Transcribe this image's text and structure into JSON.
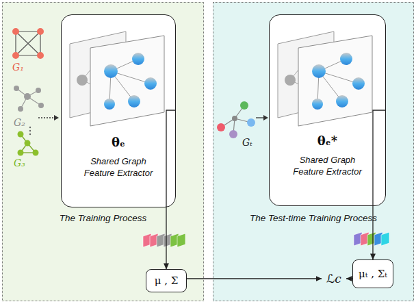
{
  "diagram": {
    "nodes": [
      {
        "text": [
          "The Training Process"
        ]
      },
      {
        "text": [
          "The Test-time Training Process"
        ]
      },
      {
        "text": [
          "θₑ",
          "Shared Graph Feature Extractor"
        ],
        "in": 0
      },
      {
        "text": [
          "θₑ*",
          "Shared Graph Feature Extractor"
        ],
        "in": 1
      },
      {
        "text": [
          "μ , Σ"
        ],
        "in": 0
      },
      {
        "text": [
          "μₜ , Σₜ"
        ],
        "in": 1
      },
      {
        "text": [
          "ℒc"
        ],
        "in": 1
      }
    ],
    "edges": [
      {
        "from": 2,
        "to": 4,
        "arrow": "to"
      },
      {
        "from": 3,
        "to": 5,
        "arrow": "to"
      },
      {
        "from": 4,
        "to": 6,
        "arrow": "to"
      },
      {
        "from": 5,
        "to": 6,
        "arrow": "to"
      }
    ],
    "labels": [
      "G₁",
      "G₂",
      "G₃",
      "Gₜ"
    ]
  }
}
